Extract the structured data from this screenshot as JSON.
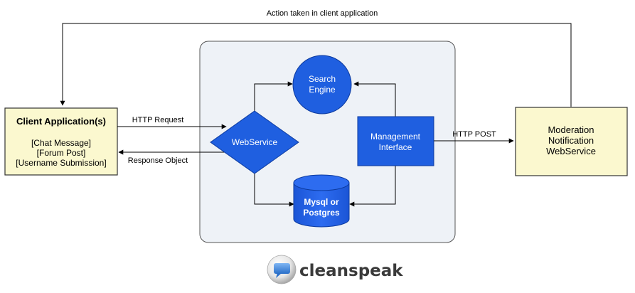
{
  "diagram": {
    "top_edge_label": "Action taken in client application",
    "client_box": {
      "title": "Client Application(s)",
      "lines": [
        "[Chat Message]",
        "[Forum Post]",
        "[Username Submission]"
      ]
    },
    "http_request_label": "HTTP Request",
    "response_object_label": "Response Object",
    "webservice_label": "WebService",
    "search_engine_lines": [
      "Search",
      "Engine"
    ],
    "database_lines": [
      "Mysql or",
      "Postgres"
    ],
    "management_lines": [
      "Management",
      "Interface"
    ],
    "http_post_label": "HTTP POST",
    "moderation_lines": [
      "Moderation",
      "Notification",
      "WebService"
    ]
  },
  "logo": {
    "text": "cleanspeak",
    "icon": "speech-bubble-icon"
  },
  "colors": {
    "node_blue": "#1f5fe0",
    "client_box_fill": "#fbf8cf",
    "container_fill": "#eef2f7"
  }
}
